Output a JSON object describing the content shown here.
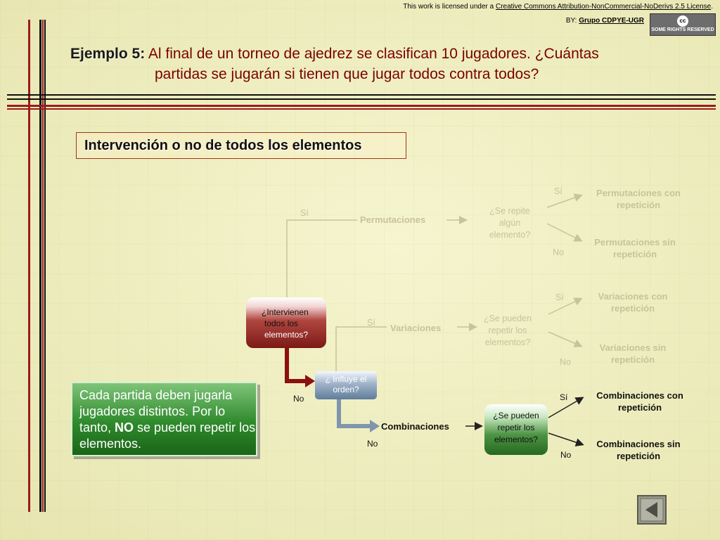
{
  "license": {
    "prefix": "This work is licensed under a ",
    "link": "Creative Commons Attribution-NonCommercial-NoDerivs 2.5 License",
    "suffix": ".",
    "by_prefix": "BY: ",
    "by_group": "Grupo CDPYE-UGR",
    "badge_text": "SOME RIGHTS RESERVED",
    "badge_cc": "cc"
  },
  "title": {
    "label": "Ejemplo 5:",
    "line1": " Al final de un torneo de ajedrez se clasifican 10 jugadores. ¿Cuántas",
    "line2": "partidas se jugarán si tienen que jugar todos contra todos?"
  },
  "section": {
    "heading": "Intervención o no de todos los elementos"
  },
  "tree": {
    "root": "¿Intervienen todos los elementos?",
    "root_l1": "¿Intervienen",
    "root_l2": "todos los",
    "root_l3": "elementos?",
    "si_perm": "Sí",
    "si_var": "Sí",
    "no_root": "No",
    "permutaciones": "Permutaciones",
    "perm_question_l1": "¿Se repite",
    "perm_question_l2": "algún",
    "perm_question_l3": "elemento?",
    "perm_si": "Sí",
    "perm_no": "No",
    "perm_con_l1": "Permutaciones con",
    "perm_con_l2": "repetición",
    "perm_sin_l1": "Permutaciones sin",
    "perm_sin_l2": "repetición",
    "variaciones": "Variaciones",
    "var_question_l1": "¿Se pueden",
    "var_question_l2": "repetir los",
    "var_question_l3": "elementos?",
    "var_si": "Sí",
    "var_no": "No",
    "var_con_l1": "Variaciones con",
    "var_con_l2": "repetición",
    "var_sin_l1": "Variaciones sin",
    "var_sin_l2": "repetición",
    "orden_l1": "¿ Influye el",
    "orden_l2": "orden?",
    "orden_no": "No",
    "combinaciones": "Combinaciones",
    "comb_question_l1": "¿Se pueden",
    "comb_question_l2": "repetir los",
    "comb_question_l3": "elementos?",
    "comb_si": "Sí",
    "comb_no": "No",
    "comb_con_l1": "Combinaciones con",
    "comb_con_l2": "repetición",
    "comb_sin_l1": "Combinaciones sin",
    "comb_sin_l2": "repetición"
  },
  "info": {
    "text_a": "Cada partida deben jugarla jugadores distintos. Por lo tanto, ",
    "text_bold": "NO",
    "text_b": " se pueden repetir los elementos."
  },
  "nav": {
    "back_icon": "triangle-left-icon"
  },
  "colors": {
    "background": "#ecebb8",
    "title_red": "#7a0000",
    "node_red": "#7c1a17",
    "node_blue": "#5f7d9b",
    "node_green": "#25691f",
    "arrow_red": "#8b1010",
    "arrow_blue": "#7f95ad"
  }
}
